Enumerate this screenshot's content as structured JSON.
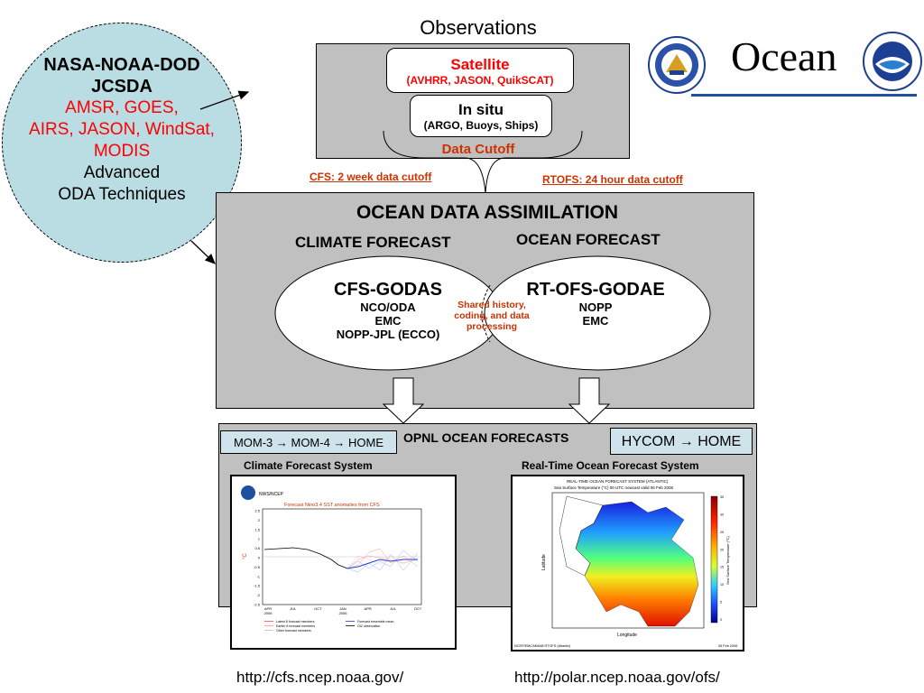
{
  "header": {
    "observations_label": "Observations",
    "ocean_title": "Ocean"
  },
  "observations": {
    "satellite_title": "Satellite",
    "satellite_sources": "(AVHRR, JASON, QuikSCAT)",
    "insitu_title": "In situ",
    "insitu_sources": "(ARGO, Buoys, Ships)",
    "data_cutoff": "Data Cutoff"
  },
  "cutoffs": {
    "cfs": "CFS: 2 week data cutoff",
    "rtofs": "RTOFS: 24 hour data cutoff"
  },
  "jcsda": {
    "title_line1": "NASA-NOAA-DOD",
    "title_line2": "JCSDA",
    "red_line1": "AMSR, GOES,",
    "red_line2": "AIRS, JASON, WindSat,",
    "red_line3": "MODIS",
    "line4": "Advanced",
    "line5": "ODA Techniques"
  },
  "assimilation": {
    "title": "OCEAN DATA ASSIMILATION",
    "climate_label": "CLIMATE FORECAST",
    "ocean_label": "OCEAN FORECAST",
    "left_title": "CFS-GODAS",
    "left_line1": "NCO/ODA",
    "left_line2": "EMC",
    "left_line3": "NOPP-JPL (ECCO)",
    "right_title": "RT-OFS-GODAE",
    "right_line1": "NOPP",
    "right_line2": "EMC",
    "shared_note": "Shared history, coding, and data processing"
  },
  "forecasts": {
    "title": "OPNL OCEAN FORECASTS",
    "mom_tag": "MOM-3 → MOM-4 → HOME",
    "hycom_tag": "HYCOM → HOME",
    "cfs_label": "Climate Forecast System",
    "rtofs_label": "Real-Time Ocean Forecast System"
  },
  "cfs_thumb": {
    "org": "NWS/NCEP",
    "title": "Forecast Nino3.4 SST anomalies from CFS",
    "y_ticks": [
      "2.5",
      "2",
      "1.5",
      "1",
      "0.5",
      "0",
      "-0.5",
      "-1",
      "-1.5",
      "-2",
      "-2.5"
    ],
    "x_ticks": [
      "APR\n2005",
      "JUL",
      "OCT",
      "JAN\n2006",
      "APR",
      "JUL",
      "OCT"
    ],
    "legend": [
      "Latest 8 forecast members",
      "Earlier 8 forecast members",
      "Other forecast members",
      "Forecast ensemble mean",
      "OI2 observation"
    ]
  },
  "rtofs_thumb": {
    "title": "REAL-TIME OCEAN FORECAST SYSTEM (ATLANTIC)",
    "subtitle": "Sea Surface Temperature (°C)  00 UTC nowcast  valid 06 Feb 2006",
    "y_axis": "Latitude",
    "x_axis": "Longitude",
    "colorbar_label": "Sea Surface Temperature (°C)",
    "colorbar_ticks": [
      "35",
      "30",
      "25",
      "20",
      "15",
      "10",
      "5",
      "0"
    ],
    "footer_left": "NCEP/EMC/MMAB RTOFS (Atlantic)",
    "footer_right": "06 Feb 2006"
  },
  "links": {
    "cfs_url": "http://cfs.ncep.noaa.gov/",
    "ofs_url": "http://polar.ncep.noaa.gov/ofs/"
  },
  "colors": {
    "grey_panel": "#c0c0c0",
    "jcsda_circle": "#b9dde3",
    "tag_bg": "#cfe3ea",
    "red": "#ff0000",
    "orange": "#cc3300",
    "rule_blue": "#1f4fa0"
  }
}
